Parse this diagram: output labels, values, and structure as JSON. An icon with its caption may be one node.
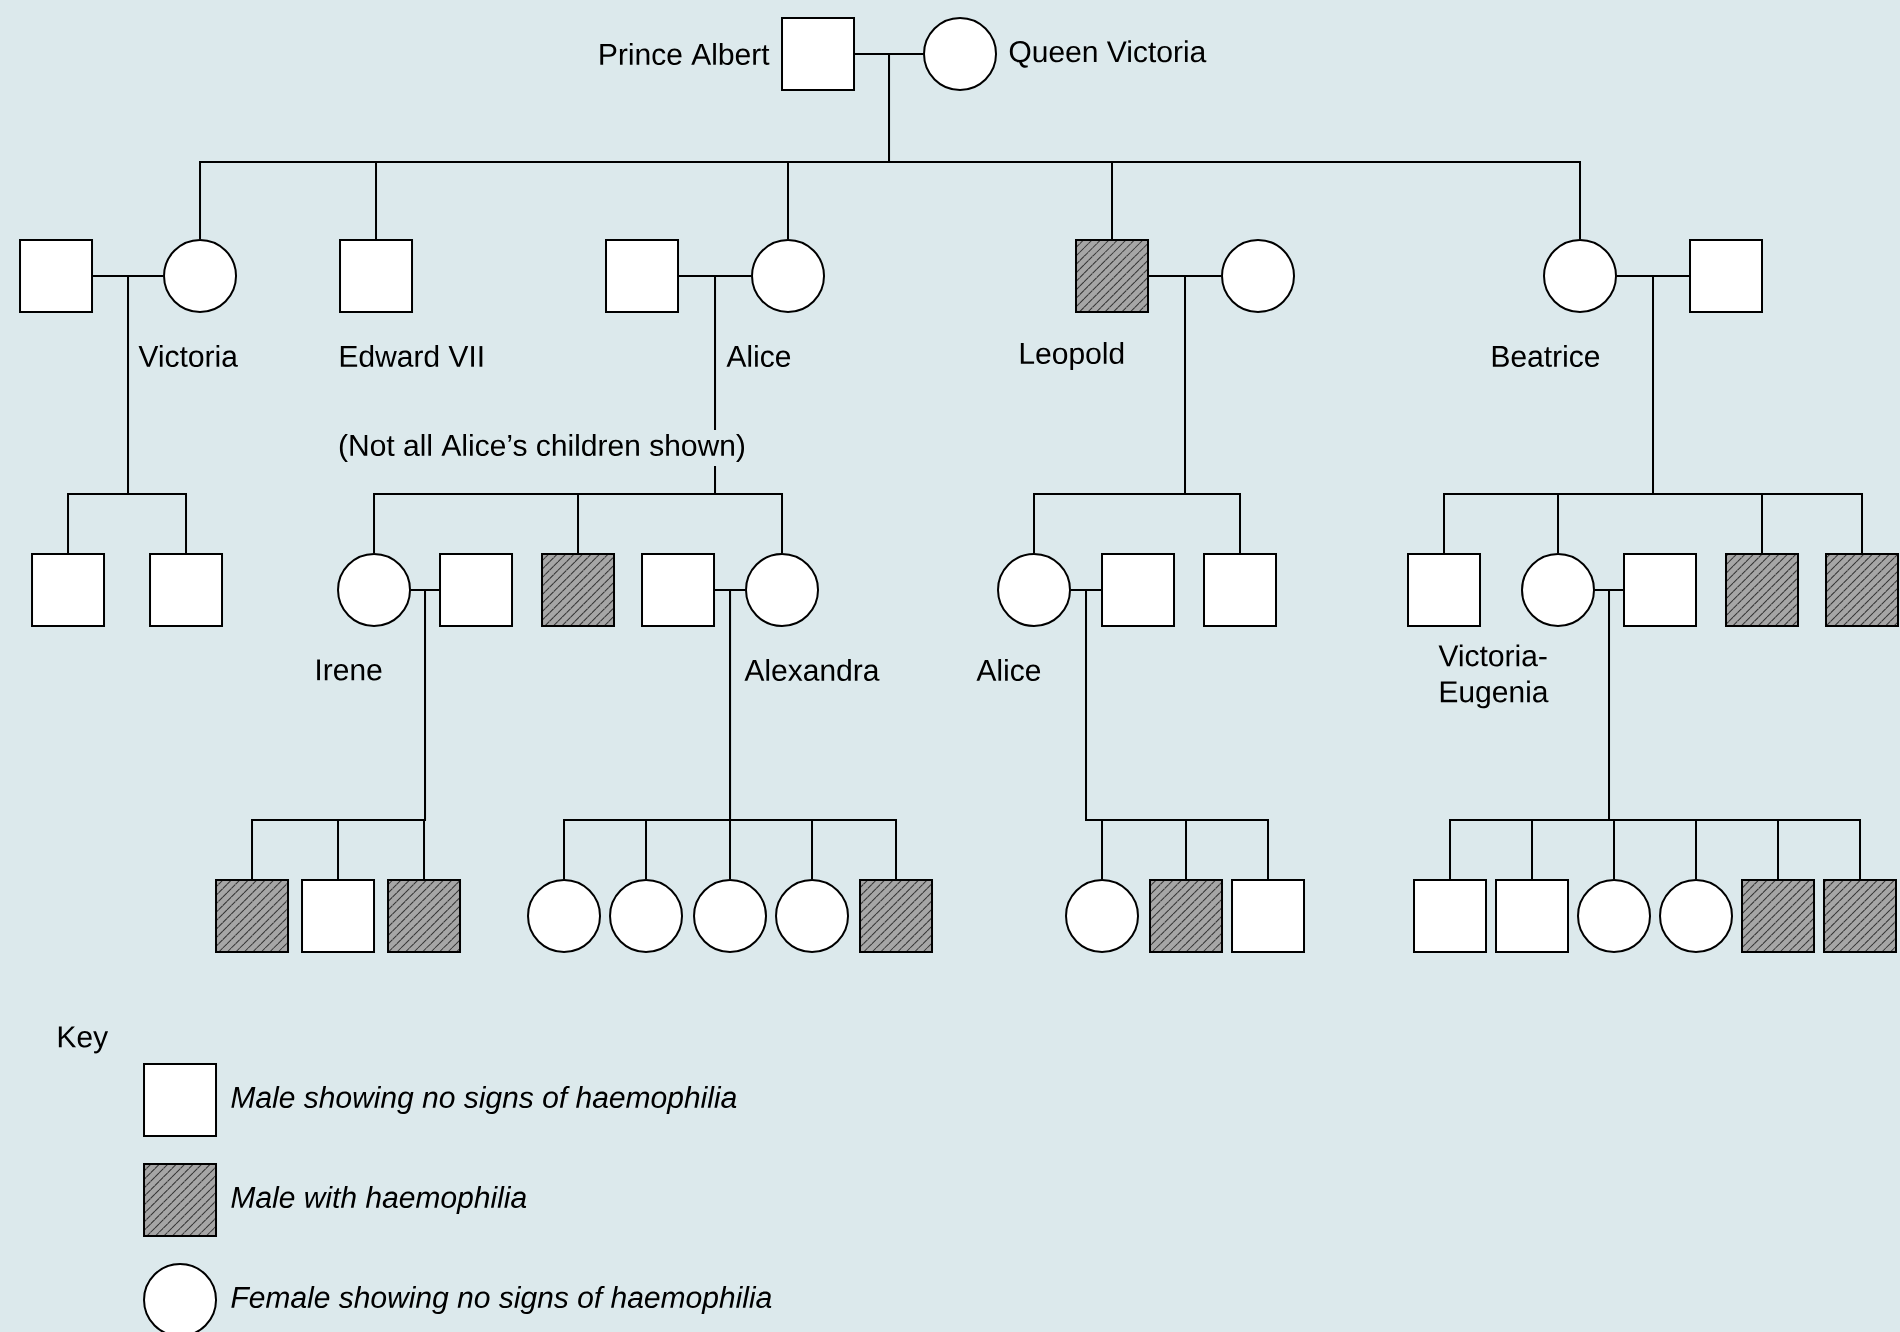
{
  "diagram": {
    "nodes": [
      {
        "text": [
          "Prince Albert"
        ]
      },
      {
        "text": [
          "Queen Victoria"
        ]
      },
      {
        "text": [],
        "shape": "box"
      },
      {
        "text": [
          "Victoria"
        ]
      },
      {
        "text": [
          "Edward VII"
        ]
      },
      {
        "text": [],
        "shape": "box"
      },
      {
        "text": [
          "Alice"
        ]
      },
      {
        "text": [
          "Leopold"
        ]
      },
      {
        "text": [],
        "shape": "circle"
      },
      {
        "text": [
          "Beatrice"
        ]
      },
      {
        "text": [],
        "shape": "box"
      },
      {
        "text": [],
        "shape": "box"
      },
      {
        "text": [],
        "shape": "box"
      },
      {
        "text": [
          "Irene"
        ]
      },
      {
        "text": [],
        "shape": "box"
      },
      {
        "text": [],
        "shape": "box"
      },
      {
        "text": [],
        "shape": "box"
      },
      {
        "text": [
          "Alexandra"
        ]
      },
      {
        "text": [
          "Alice"
        ]
      },
      {
        "text": [],
        "shape": "box"
      },
      {
        "text": [],
        "shape": "box"
      },
      {
        "text": [],
        "shape": "box"
      },
      {
        "text": [
          "Victoria-Eugenia"
        ]
      },
      {
        "text": [],
        "shape": "box"
      },
      {
        "text": [],
        "shape": "box"
      },
      {
        "text": [],
        "shape": "box"
      },
      {
        "text": [],
        "shape": "box"
      },
      {
        "text": [],
        "shape": "box"
      },
      {
        "text": [],
        "shape": "box"
      },
      {
        "text": [],
        "shape": "circle"
      },
      {
        "text": [],
        "shape": "circle"
      },
      {
        "text": [],
        "shape": "circle"
      },
      {
        "text": [],
        "shape": "circle"
      },
      {
        "text": [],
        "shape": "box"
      },
      {
        "text": [],
        "shape": "circle"
      },
      {
        "text": [],
        "shape": "box"
      },
      {
        "text": [],
        "shape": "box"
      },
      {
        "text": [],
        "shape": "box"
      },
      {
        "text": [],
        "shape": "box"
      },
      {
        "text": [],
        "shape": "circle"
      },
      {
        "text": [],
        "shape": "circle"
      },
      {
        "text": [],
        "shape": "box"
      },
      {
        "text": [],
        "shape": "box"
      }
    ],
    "edges": [
      {
        "from": 0,
        "to": 1,
        "arrow": "none"
      },
      {
        "from": 2,
        "to": 3,
        "arrow": "none"
      },
      {
        "from": 5,
        "to": 6,
        "arrow": "none"
      },
      {
        "from": 7,
        "to": 8,
        "arrow": "none"
      },
      {
        "from": 9,
        "to": 10,
        "arrow": "none"
      },
      {
        "from": 13,
        "to": 14,
        "arrow": "none"
      },
      {
        "from": 16,
        "to": 17,
        "arrow": "none"
      },
      {
        "from": 18,
        "to": 19,
        "arrow": "none"
      },
      {
        "from": 22,
        "to": 23,
        "arrow": "none"
      },
      {
        "from": 1,
        "to": 3,
        "arrow": "none"
      },
      {
        "from": 1,
        "to": 4,
        "arrow": "none"
      },
      {
        "from": 1,
        "to": 6,
        "arrow": "none"
      },
      {
        "from": 1,
        "to": 7,
        "arrow": "none"
      },
      {
        "from": 1,
        "to": 9,
        "arrow": "none"
      },
      {
        "from": 3,
        "to": 11,
        "arrow": "none"
      },
      {
        "from": 3,
        "to": 12,
        "arrow": "none"
      },
      {
        "from": 6,
        "to": 13,
        "arrow": "none"
      },
      {
        "from": 6,
        "to": 15,
        "arrow": "none"
      },
      {
        "from": 6,
        "to": 17,
        "arrow": "none"
      },
      {
        "from": 7,
        "to": 18,
        "arrow": "none"
      },
      {
        "from": 7,
        "to": 20,
        "arrow": "none"
      },
      {
        "from": 9,
        "to": 21,
        "arrow": "none"
      },
      {
        "from": 9,
        "to": 22,
        "arrow": "none"
      },
      {
        "from": 9,
        "to": 24,
        "arrow": "none"
      },
      {
        "from": 9,
        "to": 25,
        "arrow": "none"
      },
      {
        "from": 13,
        "to": 26,
        "arrow": "none"
      },
      {
        "from": 13,
        "to": 27,
        "arrow": "none"
      },
      {
        "from": 13,
        "to": 28,
        "arrow": "none"
      },
      {
        "from": 17,
        "to": 29,
        "arrow": "none"
      },
      {
        "from": 17,
        "to": 30,
        "arrow": "none"
      },
      {
        "from": 17,
        "to": 31,
        "arrow": "none"
      },
      {
        "from": 17,
        "to": 32,
        "arrow": "none"
      },
      {
        "from": 17,
        "to": 33,
        "arrow": "none"
      },
      {
        "from": 18,
        "to": 34,
        "arrow": "none"
      },
      {
        "from": 18,
        "to": 35,
        "arrow": "none"
      },
      {
        "from": 18,
        "to": 36,
        "arrow": "none"
      },
      {
        "from": 22,
        "to": 37,
        "arrow": "none"
      },
      {
        "from": 22,
        "to": 38,
        "arrow": "none"
      },
      {
        "from": 22,
        "to": 39,
        "arrow": "none"
      },
      {
        "from": 22,
        "to": 40,
        "arrow": "none"
      },
      {
        "from": 22,
        "to": 41,
        "arrow": "none"
      },
      {
        "from": 22,
        "to": 42,
        "arrow": "none"
      }
    ],
    "labels": [
      "(Not all Alice’s children shown)",
      "Key"
    ],
    "legend": [
      {
        "text": "Male showing no signs of haemophilia"
      },
      {
        "text": "Male with haemophilia"
      },
      {
        "text": "Female showing no signs of haemophilia"
      }
    ]
  }
}
